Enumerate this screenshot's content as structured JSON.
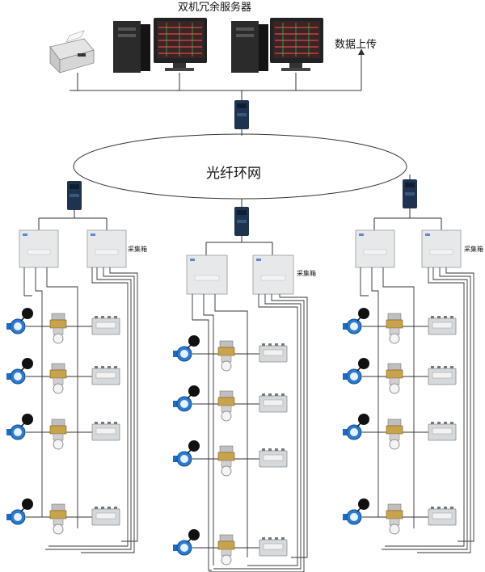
{
  "labels": {
    "server_title": "双机冗余服务器",
    "data_upload": "数据上传",
    "fiber_ring": "光纤环网",
    "collection_box": "采集箱"
  },
  "icons": [
    "printer-icon",
    "server-tower-icon",
    "monitor-icon",
    "network-switch-icon",
    "collection-box-icon",
    "water-meter-icon",
    "flow-valve-icon",
    "electric-meter-icon"
  ],
  "colors": {
    "line": "#333333",
    "switch": "#1e3350",
    "box": "#e6e8ea",
    "meter_blue": "#1c6cc4"
  }
}
